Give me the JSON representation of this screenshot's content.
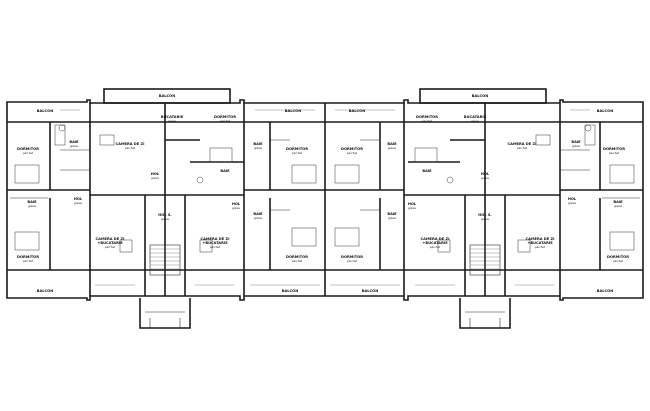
{
  "rooms": {
    "balcon": "BALCON",
    "dormitor": "DORMITOR",
    "baie": "BAIE",
    "camera_zi": "CAMERA DE ZI",
    "camera_zi_line2": "+BUCATARIE",
    "bucatarie": "BUCATARIE",
    "hol": "HOL",
    "hol_scara": "HOL S.",
    "parchet": "parchet",
    "gresie": "gresie"
  }
}
